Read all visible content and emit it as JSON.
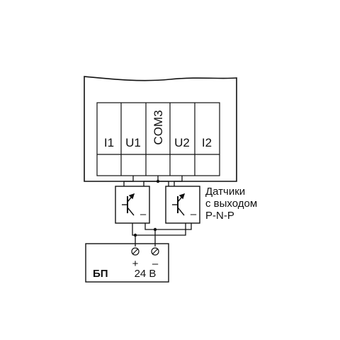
{
  "device": {
    "terminals": [
      {
        "label": "I1"
      },
      {
        "label": "U1"
      },
      {
        "label": "COM3"
      },
      {
        "label": "U2"
      },
      {
        "label": "I2"
      }
    ]
  },
  "sensors": {
    "note_lines": [
      "Датчики",
      "с выходом",
      "P-N-P"
    ],
    "minus_symbol": "–"
  },
  "power_supply": {
    "name": "БП",
    "voltage": "24 В",
    "plus": "+",
    "minus": "–"
  }
}
